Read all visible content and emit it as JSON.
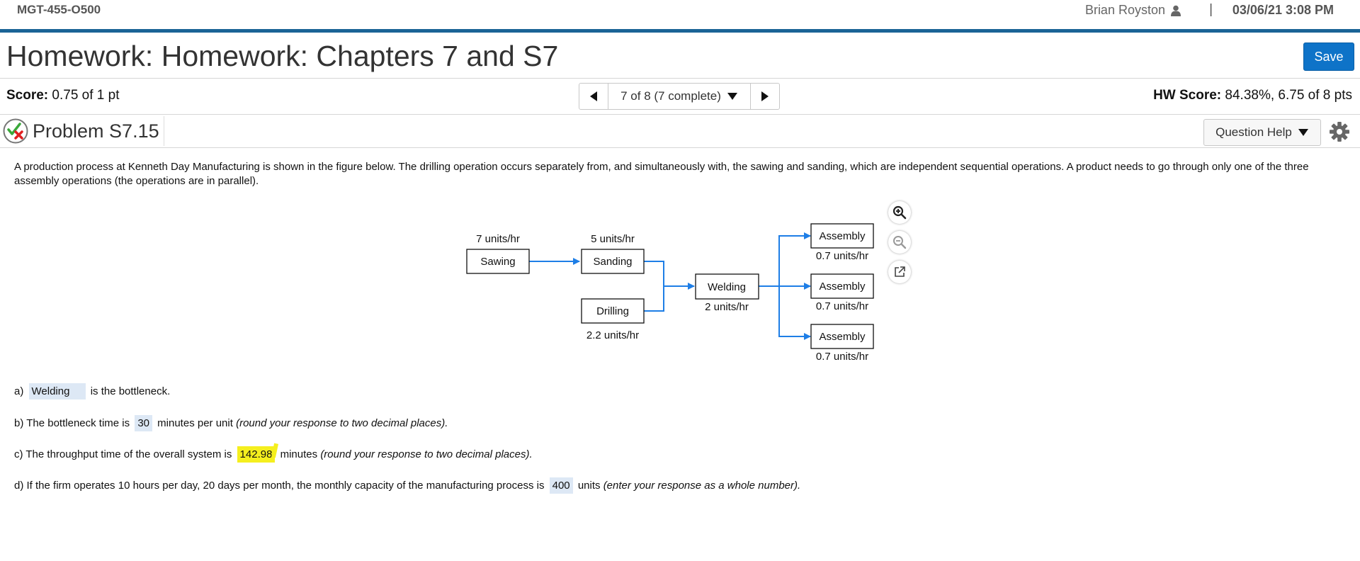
{
  "header": {
    "course": "MGT-455-O500",
    "user_name": "Brian Royston",
    "separator": "|",
    "datetime": "03/06/21 3:08 PM"
  },
  "assignment": {
    "title": "Homework: Homework: Chapters 7 and S7",
    "save_label": "Save"
  },
  "score": {
    "label": "Score:",
    "value": "0.75 of 1 pt",
    "hw_label": "HW Score:",
    "hw_value": "84.38%, 6.75 of 8 pts"
  },
  "pager": {
    "position": "7 of 8 (7 complete)"
  },
  "problem": {
    "title": "Problem S7.15",
    "help_label": "Question Help",
    "text": "A production process at Kenneth Day Manufacturing is shown in the figure below. The drilling operation occurs separately from, and simultaneously with, the sawing and sanding, which are independent sequential operations. A product needs to go through only one of the three assembly operations (the operations are in parallel)."
  },
  "diagram": {
    "sawing": {
      "name": "Sawing",
      "rate": "7 units/hr"
    },
    "sanding": {
      "name": "Sanding",
      "rate": "5 units/hr"
    },
    "drilling": {
      "name": "Drilling",
      "rate": "2.2 units/hr"
    },
    "welding": {
      "name": "Welding",
      "rate": "2 units/hr"
    },
    "assembly1": {
      "name": "Assembly",
      "rate": "0.7 units/hr"
    },
    "assembly2": {
      "name": "Assembly",
      "rate": "0.7 units/hr"
    },
    "assembly3": {
      "name": "Assembly",
      "rate": "0.7 units/hr"
    }
  },
  "answers": {
    "a": {
      "prefix": "a)",
      "value": "Welding",
      "suffix": "is the bottleneck."
    },
    "b": {
      "prefix": "b) The bottleneck time is",
      "value": "30",
      "suffix": "minutes per unit",
      "note": "(round your response to two decimal places)."
    },
    "c": {
      "prefix": "c) The throughput time of the overall system is",
      "value": "142.98",
      "suffix": "minutes",
      "note": "(round your response to two decimal places)."
    },
    "d": {
      "prefix": "d) If the firm operates 10 hours per day, 20 days per month, the monthly capacity of the manufacturing process is",
      "value": "400",
      "suffix": "units",
      "note": "(enter your response as a whole number)."
    }
  },
  "colors": {
    "accent": "#0e73c8",
    "header_rule": "#1a6496",
    "arrow": "#1e7ee6",
    "answer_bg": "#dde8f5",
    "highlight": "#f5ef1e"
  }
}
